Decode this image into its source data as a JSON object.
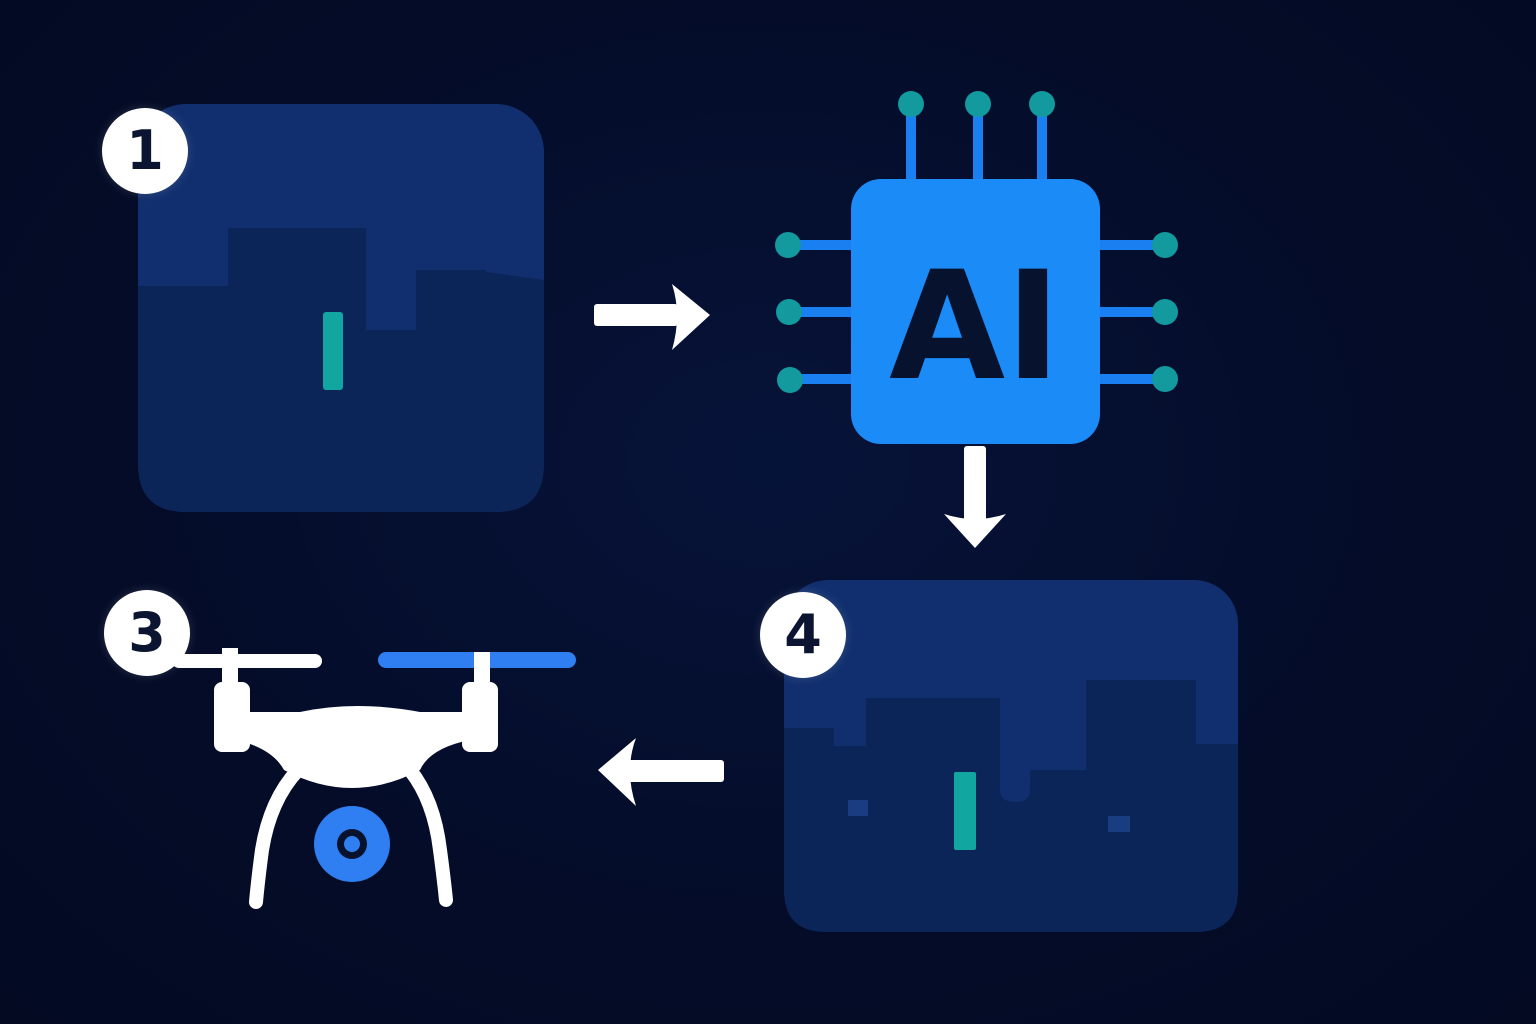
{
  "diagram": {
    "chip_label": "AI",
    "steps": [
      {
        "badge": "1",
        "name": "city-image-input"
      },
      {
        "badge": "3",
        "name": "drone"
      },
      {
        "badge": "4",
        "name": "city-image-output"
      }
    ]
  },
  "colors": {
    "background": "#040d2b",
    "panel": "#10306e",
    "panel_shadow": "#0a1e4c",
    "chip": "#1a8bf7",
    "pin_line": "#1a7ff0",
    "pin_dot": "#129a9e",
    "teal_bar": "#12a6a0",
    "arrow": "#ffffff",
    "drone": "#ffffff",
    "accent_blue": "#2f7ff3"
  },
  "icons": [
    "city-skyline-icon",
    "ai-chip-icon",
    "drone-icon",
    "camera-lens-icon",
    "arrow-right-icon",
    "arrow-down-icon",
    "arrow-left-icon"
  ]
}
